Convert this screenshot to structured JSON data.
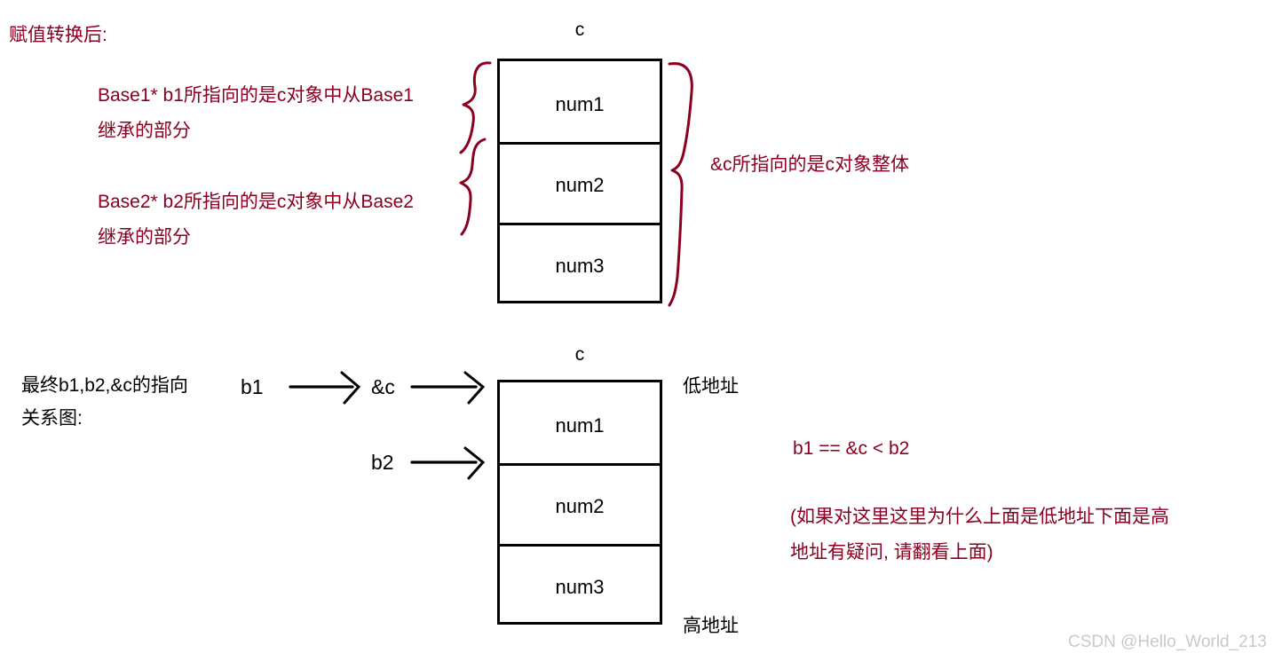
{
  "colors": {
    "annotation_red": "#8B0020",
    "outline_black": "#000000",
    "watermark_gray": "#c9c9c9"
  },
  "top_section": {
    "heading": "赋值转换后:",
    "object_title": "c",
    "annotations": {
      "base1_line1": "Base1* b1所指向的是c对象中从Base1",
      "base1_line2": "继承的部分",
      "base2_line1": "Base2* b2所指向的是c对象中从Base2",
      "base2_line2": "继承的部分",
      "whole_object": "&c所指向的是c对象整体"
    },
    "cells": [
      {
        "label": "num1"
      },
      {
        "label": "num2"
      },
      {
        "label": "num3"
      }
    ]
  },
  "bottom_section": {
    "heading_line1": "最终b1,b2,&c的指向",
    "heading_line2": "关系图:",
    "object_title": "c",
    "pointers": [
      {
        "name": "b1"
      },
      {
        "name": "&c"
      },
      {
        "name": "b2"
      }
    ],
    "address_labels": {
      "low": "低地址",
      "high": "高地址"
    },
    "cells": [
      {
        "label": "num1"
      },
      {
        "label": "num2"
      },
      {
        "label": "num3"
      }
    ],
    "notes": {
      "relation": "b1 == &c < b2",
      "hint_line1": "(如果对这里这里为什么上面是低地址下面是高",
      "hint_line2": "地址有疑问, 请翻看上面)"
    }
  },
  "watermark": "CSDN @Hello_World_213"
}
